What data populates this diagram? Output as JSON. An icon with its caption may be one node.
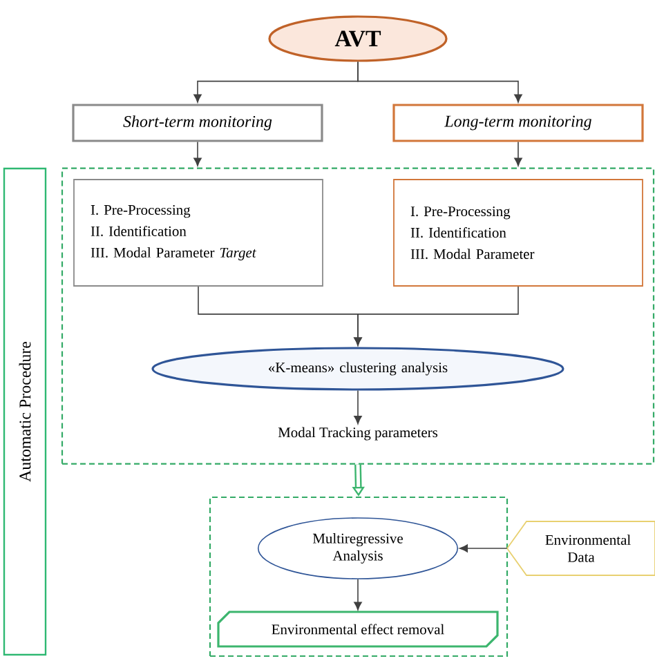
{
  "diagram": {
    "nodes": [
      {
        "text": [
          "AVT"
        ]
      },
      {
        "text": [
          "Short-term monitoring"
        ]
      },
      {
        "text": [
          "Long-term monitoring"
        ]
      },
      {
        "text": [
          "Automatic Procedure"
        ]
      },
      {
        "text": [],
        "shape": "box"
      },
      {
        "text": [
          "I. Pre-Processing",
          "II. Identification",
          "III. Modal Parameter *Target*"
        ],
        "in": 4
      },
      {
        "text": [
          "I. Pre-Processing",
          "II. Identification",
          "III. Modal Parameter"
        ],
        "in": 4
      },
      {
        "text": [
          "«K-means» clustering analysis"
        ],
        "in": 4
      },
      {
        "text": [
          "Modal Tracking parameters"
        ],
        "in": 4
      },
      {
        "text": [],
        "shape": "box"
      },
      {
        "text": [
          "Multiregressive Analysis"
        ],
        "in": 9
      },
      {
        "text": [
          "Environmental effect removal"
        ],
        "in": 9
      },
      {
        "text": [
          "Environmental Data"
        ]
      }
    ],
    "edges": [
      {
        "from": 0,
        "to": 1,
        "arrow": "to"
      },
      {
        "from": 0,
        "to": 2,
        "arrow": "to"
      },
      {
        "from": 1,
        "to": 4,
        "arrow": "to"
      },
      {
        "from": 2,
        "to": 4,
        "arrow": "to"
      },
      {
        "from": 5,
        "to": 7,
        "arrow": "to"
      },
      {
        "from": 6,
        "to": 7,
        "arrow": "to"
      },
      {
        "from": 7,
        "to": 8,
        "arrow": "to"
      },
      {
        "from": 4,
        "to": 9,
        "arrow": "to",
        "style": "thick",
        "color": "#3cb56e"
      },
      {
        "from": 12,
        "to": 10,
        "arrow": "to"
      },
      {
        "from": 10,
        "to": 11,
        "arrow": "to"
      }
    ]
  }
}
